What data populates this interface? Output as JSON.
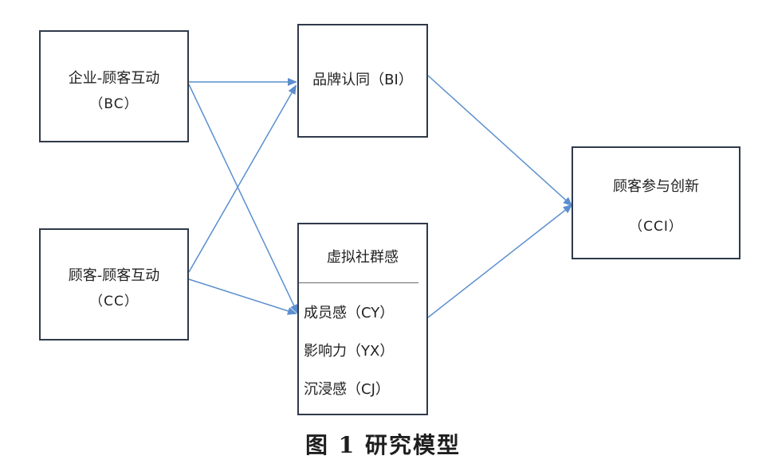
{
  "nodes": {
    "bc": {
      "label": "企业-顾客互动",
      "code": "（BC）"
    },
    "cc": {
      "label": "顾客-顾客互动",
      "code": "（CC）"
    },
    "bi": {
      "label": "品牌认同（BI）"
    },
    "vc": {
      "label": "虚拟社群感",
      "items": [
        "成员感（CY）",
        "影响力（YX）",
        "沉浸感（CJ）"
      ]
    },
    "cci": {
      "label": "顾客参与创新",
      "code": "（CCI）"
    }
  },
  "caption": "图 1   研究模型",
  "colors": {
    "edge": "#5b8fcf",
    "border": "#2f3a4a"
  },
  "edges": [
    {
      "from": "bc",
      "to": "bi"
    },
    {
      "from": "bc",
      "to": "vc"
    },
    {
      "from": "cc",
      "to": "bi"
    },
    {
      "from": "cc",
      "to": "vc"
    },
    {
      "from": "bi",
      "to": "cci"
    },
    {
      "from": "vc",
      "to": "cci"
    }
  ]
}
